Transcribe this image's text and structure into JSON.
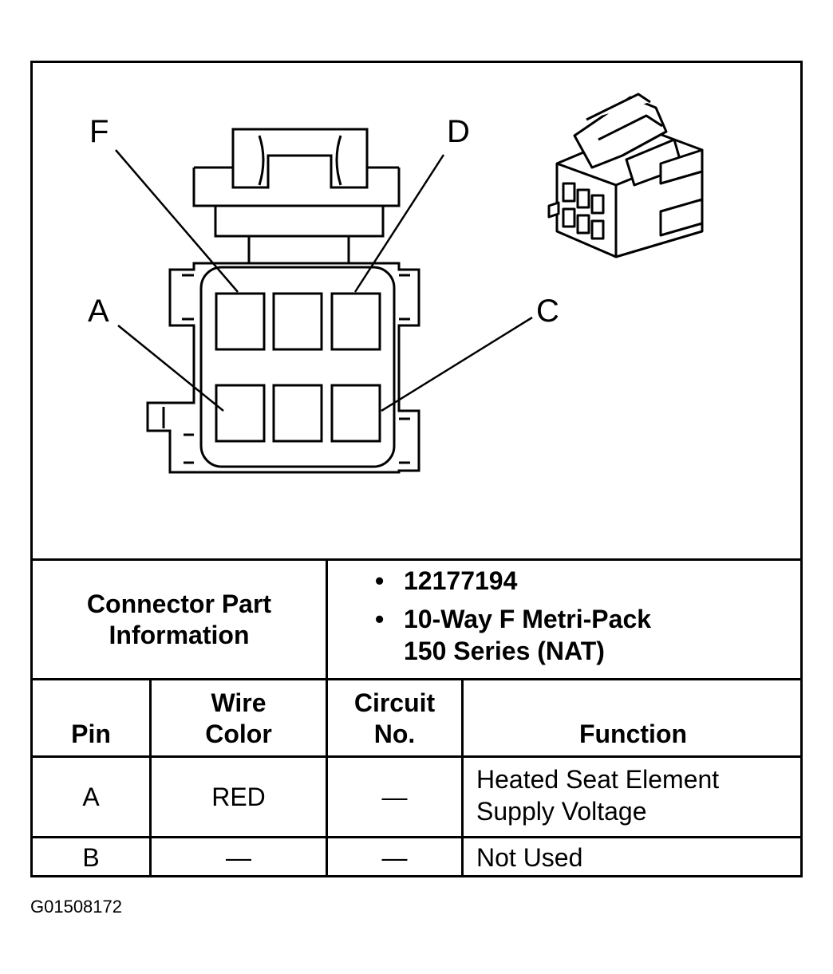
{
  "diagram": {
    "pin_labels": {
      "F": "F",
      "D": "D",
      "A": "A",
      "C": "C"
    }
  },
  "connector_info": {
    "label": "Connector Part Information",
    "items": [
      "12177194",
      "10-Way F Metri-Pack 150 Series (NAT)"
    ],
    "bullet": "•"
  },
  "table": {
    "headers": {
      "pin": "Pin",
      "wire_color": "Wire Color",
      "circuit_no": "Circuit No.",
      "function": "Function"
    },
    "rows": [
      {
        "pin": "A",
        "wire_color": "RED",
        "circuit_no": "—",
        "function": "Heated Seat Element Supply Voltage"
      },
      {
        "pin": "B",
        "wire_color": "—",
        "circuit_no": "—",
        "function": "Not Used"
      }
    ]
  },
  "footer": {
    "code": "G01508172"
  }
}
